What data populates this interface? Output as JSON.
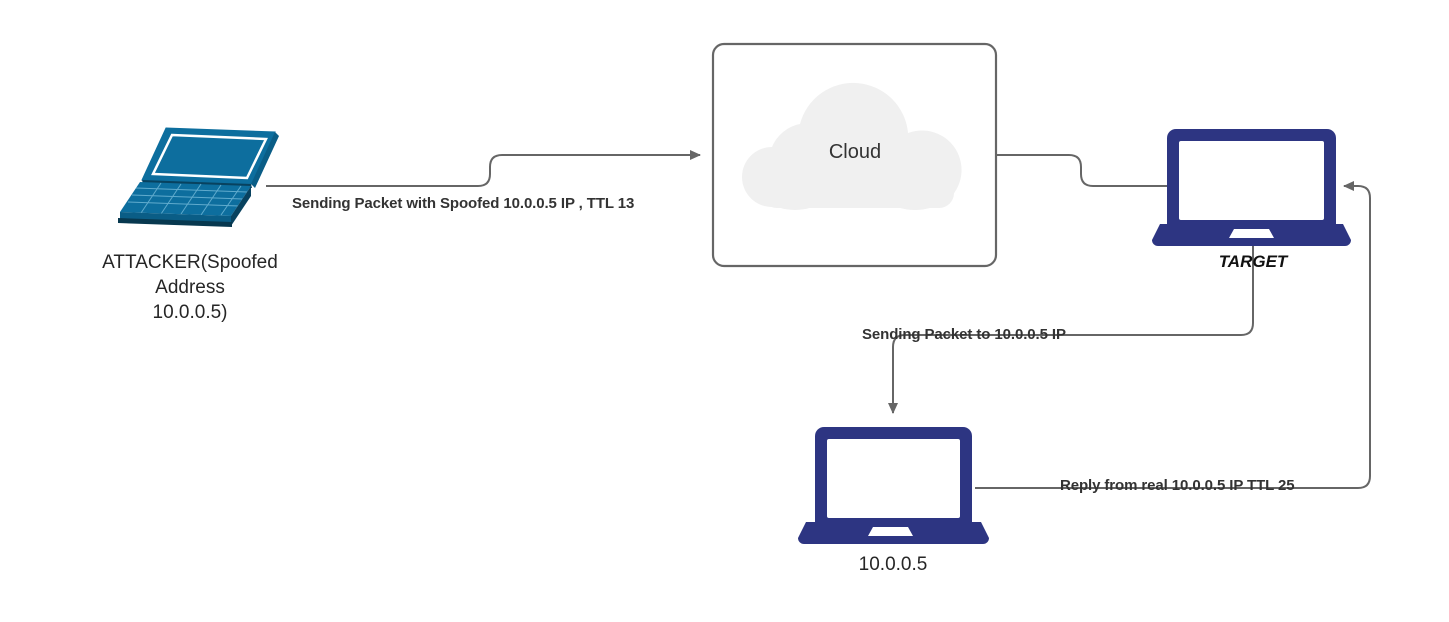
{
  "diagram": {
    "title": "IP Spoofing / TTL Reflection Network Diagram",
    "background_color": "#ffffff",
    "line_color": "#666666",
    "laptop_blue": "#2d3582",
    "attacker_blue": "#0d6e9e",
    "cloud_fill": "#f0f0f0"
  },
  "nodes": {
    "attacker": {
      "label": "ATTACKER(Spoofed\nAddress\n10.0.0.5)",
      "icon": "laptop-isometric-icon"
    },
    "cloud": {
      "label": "Cloud",
      "icon": "cloud-icon"
    },
    "target": {
      "label": "TARGET",
      "icon": "laptop-icon"
    },
    "victim": {
      "label": "10.0.0.5",
      "icon": "laptop-icon"
    }
  },
  "edges": [
    {
      "id": "attacker-to-cloud",
      "label": "Sending Packet with Spoofed 10.0.0.5 IP , TTL 13",
      "from": "attacker",
      "to": "cloud",
      "arrowhead": true
    },
    {
      "id": "cloud-to-target",
      "label": "",
      "from": "cloud",
      "to": "target",
      "arrowhead": false
    },
    {
      "id": "target-to-victim",
      "label": "Sending Packet to 10.0.0.5 IP",
      "from": "target",
      "to": "victim",
      "arrowhead": true
    },
    {
      "id": "victim-to-target",
      "label": "Reply from real 10.0.0.5 IP TTL 25",
      "from": "victim",
      "to": "target",
      "arrowhead": true
    }
  ]
}
